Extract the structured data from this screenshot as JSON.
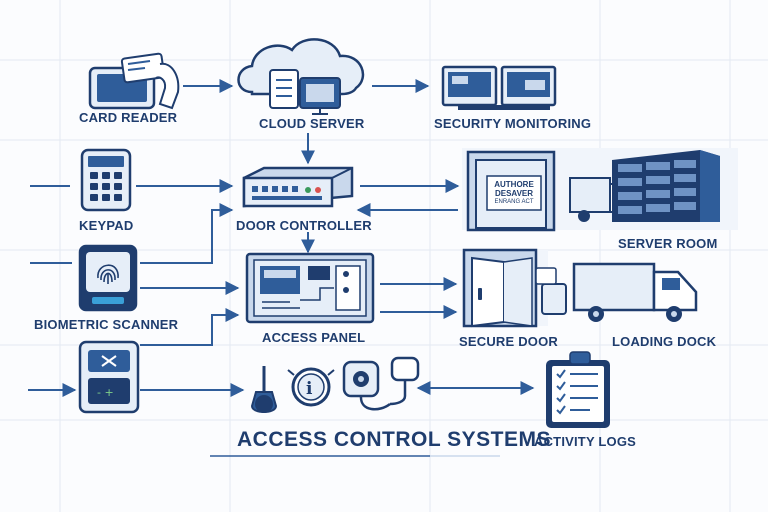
{
  "title": "ACCESS CONTROL SYSTEMS",
  "labels": {
    "card_reader": "CARD READER",
    "cloud_server": "CLOUD SERVER",
    "security_monitoring": "SECURITY MONITORING",
    "keypad": "KEYPAD",
    "door_controller": "DOOR CONTROLLER",
    "server_room": "SERVER ROOM",
    "biometric_scanner": "BIOMETRIC SCANNER",
    "access_panel": "ACCESS PANEL",
    "secure_door": "SECURE DOOR",
    "loading_dock": "LOADING DOCK",
    "activity_logs": "ACTIVITY LOGS"
  },
  "door_sign": {
    "line1": "AUTHORE",
    "line2": "DESAVER",
    "line3": "ENRANG ACT"
  },
  "colors": {
    "primary": "#1f3d6e",
    "accent": "#2f5d9a",
    "light_fill": "#c9d8ec",
    "pale_fill": "#e6eef8",
    "grid": "#e3e9f2"
  },
  "icons": [
    "card-reader-icon",
    "cloud-server-icon",
    "monitor-icon",
    "keypad-icon",
    "door-controller-icon",
    "server-rack-icon",
    "truck-icon",
    "fingerprint-icon",
    "access-panel-icon",
    "secure-door-icon",
    "clipboard-icon",
    "thermometer-icon",
    "info-gauge-icon",
    "sensor-icon",
    "exit-device-icon"
  ]
}
